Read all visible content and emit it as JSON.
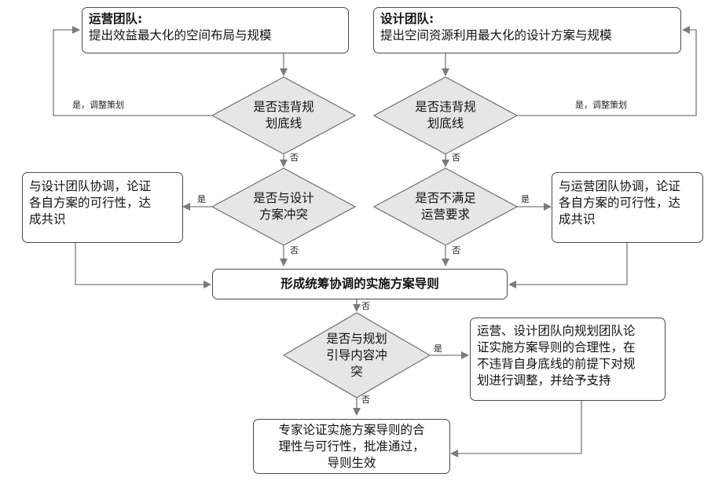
{
  "nodes": {
    "ops_team": {
      "title": "运营团队:",
      "text": "提出效益最大化的空间布局与规模"
    },
    "design_team": {
      "title": "设计团队:",
      "text": "提出空间资源利用最大化的设计方案与规模"
    },
    "dec_left_baseline": {
      "line1": "是否违背规",
      "line2": "划底线"
    },
    "dec_right_baseline": {
      "line1": "是否违背规",
      "line2": "划底线"
    },
    "dec_conflict": {
      "line1": "是否与设计",
      "line2": "方案冲突"
    },
    "dec_ops_req": {
      "line1": "是否不满足",
      "line2": "运营要求"
    },
    "coord_design": {
      "line1": "与设计团队协调，论证",
      "line2": "各自方案的可行性，达",
      "line3": "成共识"
    },
    "coord_ops": {
      "line1": "与运营团队协调，论证",
      "line2": "各自方案的可行性，达",
      "line3": "成共识"
    },
    "guideline": {
      "text": "形成统筹协调的实施方案导则"
    },
    "dec_planning": {
      "line1": "是否与规划",
      "line2": "引导内容冲",
      "line3": "突"
    },
    "argue_planning": {
      "line1": "运营、设计团队向规划团队论",
      "line2": "证实施方案导则的合理性，在",
      "line3": "不违背自身底线的前提下对规",
      "line4": "划进行调整，并给予支持"
    },
    "expert": {
      "line1": "专家论证实施方案导则的合",
      "line2": "理性与可行性，批准通过，",
      "line3": "导则生效"
    }
  },
  "edge_labels": {
    "yes_adjust_left": "是，调整策划",
    "yes_adjust_right": "是，调整策划",
    "no_left_1": "否",
    "no_right_1": "否",
    "yes_conflict": "是",
    "yes_ops_req": "是",
    "no_left_2": "否",
    "no_right_2": "否",
    "no_guideline": "否",
    "yes_planning": "是",
    "no_planning": "否"
  },
  "colors": {
    "line": "#7a7a7a",
    "diamond_fill": "#e6e6e6",
    "diamond_stroke": "#6f6f6f",
    "box_stroke": "#4a4a4a"
  }
}
